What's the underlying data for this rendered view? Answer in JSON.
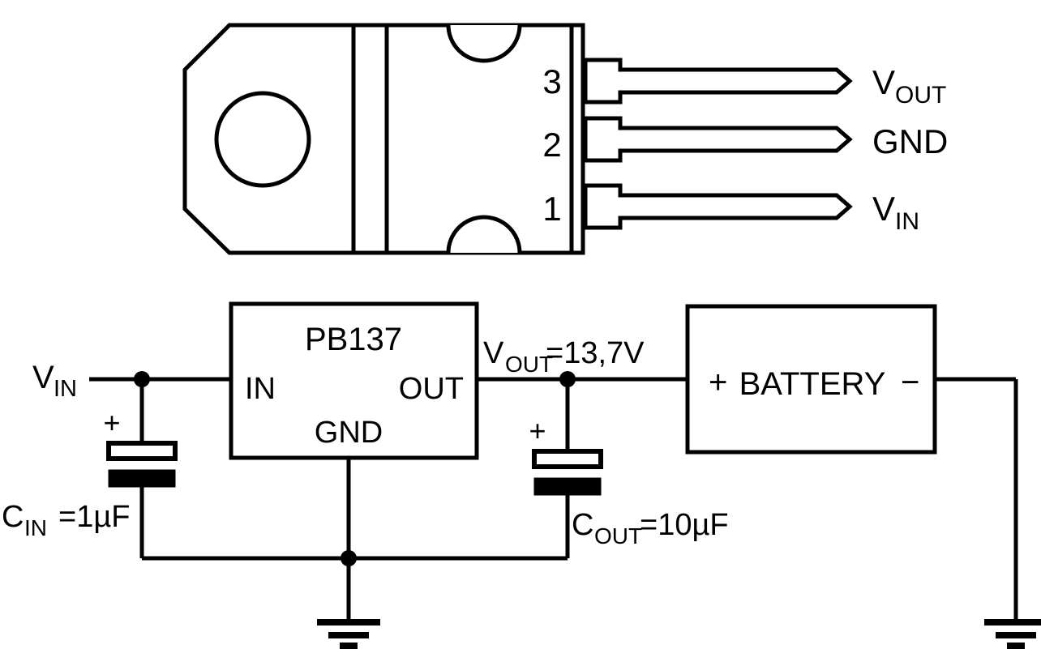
{
  "figure": {
    "title": "PB137 TO-220 package pinout and battery charger application circuit",
    "stroke_color": "#000000",
    "fill_color": "#000000",
    "background_color": "#ffffff"
  },
  "package": {
    "type": "TO-220",
    "pin_numbers": [
      "3",
      "2",
      "1"
    ],
    "pin_labels": [
      {
        "number": "3",
        "name": "VOUT",
        "base": "V",
        "sub": "OUT"
      },
      {
        "number": "2",
        "name": "GND",
        "base": "GND",
        "sub": ""
      },
      {
        "number": "1",
        "name": "VIN",
        "base": "V",
        "sub": "IN"
      }
    ]
  },
  "circuit": {
    "input_label": {
      "base": "V",
      "sub": "IN"
    },
    "regulator": {
      "part_number": "PB137",
      "pin_in": "IN",
      "pin_out": "OUT",
      "pin_gnd": "GND"
    },
    "output_label": {
      "base": "V",
      "sub": "OUT",
      "equals": "=13,7V"
    },
    "cap_in": {
      "base": "C",
      "sub": "IN",
      "equals": "=1µF",
      "polarity": "+"
    },
    "cap_out": {
      "base": "C",
      "sub": "OUT",
      "equals": "=10µF",
      "polarity": "+"
    },
    "battery": {
      "label": "BATTERY",
      "terminal_positive": "+",
      "terminal_negative": "−"
    },
    "ground_symbols": [
      "earth-ground",
      "earth-ground"
    ]
  }
}
